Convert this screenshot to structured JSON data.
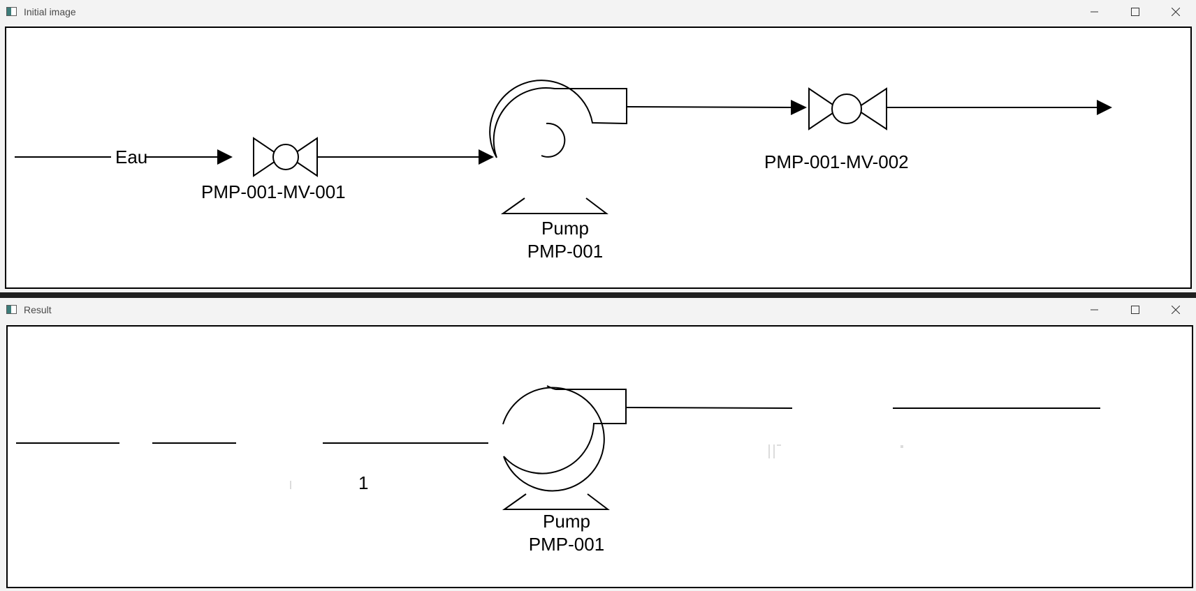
{
  "windows": {
    "initial": {
      "title": "Initial image",
      "labels": {
        "stream": "Eau",
        "valve1": "PMP-001-MV-001",
        "valve2": "PMP-001-MV-002",
        "pump_line1": "Pump",
        "pump_line2": "PMP-001"
      }
    },
    "result": {
      "title": "Result",
      "labels": {
        "fragment": "1",
        "pump_line1": "Pump",
        "pump_line2": "PMP-001"
      }
    }
  },
  "controls": {
    "minimize_icon": "minimize-icon",
    "maximize_icon": "maximize-icon",
    "close_icon": "close-icon"
  }
}
